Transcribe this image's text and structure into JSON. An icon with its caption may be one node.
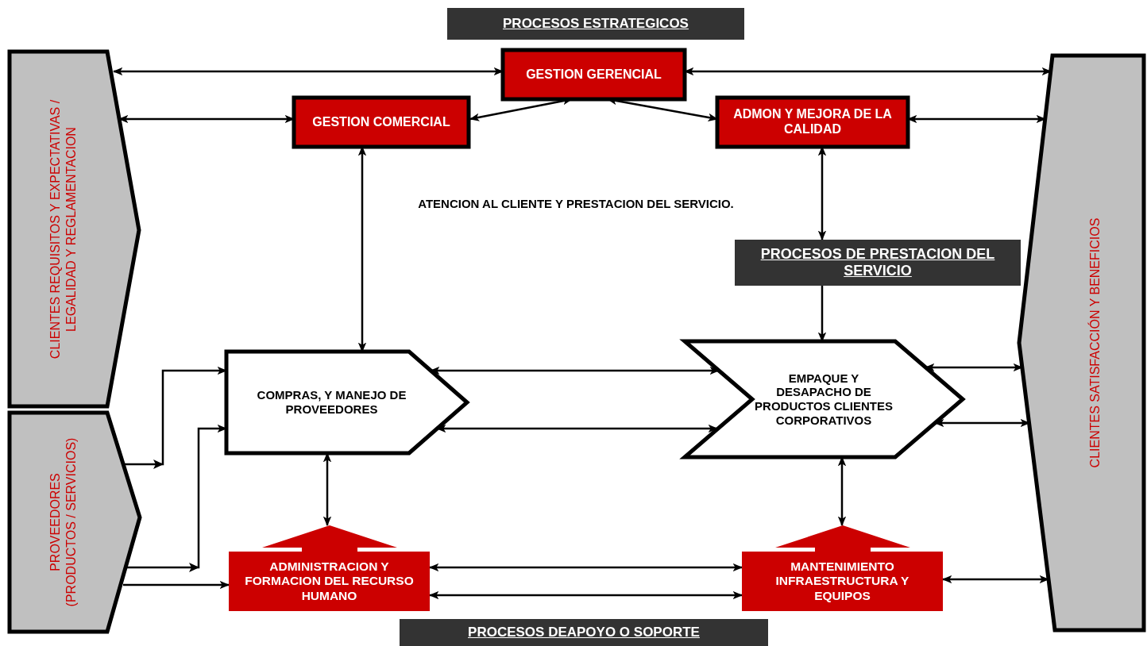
{
  "diagram": {
    "nodes": [
      {
        "text": [
          "PROCESOS ESTRATEGICOS"
        ]
      },
      {
        "text": [
          "CLIENTES REQUISITOS Y EXPECTATIVAS / LEGALIDAD Y REGLAMENTACION"
        ]
      },
      {
        "text": [
          "GESTION GERENCIAL"
        ]
      },
      {
        "text": [
          "GESTION COMERCIAL"
        ]
      },
      {
        "text": [
          "ADMON Y MEJORA DE LA CALIDAD"
        ]
      },
      {
        "text": [
          "CLIENTES SATISFACCIÓN Y BENEFICIOS"
        ]
      },
      {
        "text": [
          "PROCESOS DE PRESTACION DEL SERVICIO"
        ]
      },
      {
        "text": [
          "PROVEEDORES (PRODUCTOS / SERVICIOS)"
        ]
      },
      {
        "text": [
          "COMPRAS, Y MANEJO DE PROVEEDORES"
        ]
      },
      {
        "text": [
          "EMPAQUE Y DESAPACHO DE PRODUCTOS CLIENTES CORPORATIVOS"
        ]
      },
      {
        "text": [
          "ADMINISTRACION Y FORMACION DEL RECURSO HUMANO"
        ]
      },
      {
        "text": [
          "MANTENIMIENTO INFRAESTRUCTURA Y EQUIPOS"
        ]
      },
      {
        "text": [
          "PROCESOS DEAPOYO O SOPORTE"
        ]
      }
    ],
    "edges": [
      {
        "from": 1,
        "to": 2,
        "arrow": "both"
      },
      {
        "from": 2,
        "to": 5,
        "arrow": "both"
      },
      {
        "from": 1,
        "to": 3,
        "arrow": "both"
      },
      {
        "from": 3,
        "to": 2,
        "arrow": "both"
      },
      {
        "from": 2,
        "to": 4,
        "arrow": "both"
      },
      {
        "from": 4,
        "to": 5,
        "arrow": "both"
      },
      {
        "from": 3,
        "to": 8,
        "arrow": "both"
      },
      {
        "from": 4,
        "to": 6,
        "arrow": "both"
      },
      {
        "from": 6,
        "to": 9,
        "arrow": "to"
      },
      {
        "from": 8,
        "to": 9,
        "arrow": "both"
      },
      {
        "from": 8,
        "to": 9,
        "arrow": "both"
      },
      {
        "from": 9,
        "to": 5,
        "arrow": "both"
      },
      {
        "from": 9,
        "to": 5,
        "arrow": "both"
      },
      {
        "from": 8,
        "to": 10,
        "arrow": "both"
      },
      {
        "from": 9,
        "to": 11,
        "arrow": "both"
      },
      {
        "from": 10,
        "to": 11,
        "arrow": "both"
      },
      {
        "from": 10,
        "to": 11,
        "arrow": "both"
      },
      {
        "from": 11,
        "to": 5,
        "arrow": "both"
      },
      {
        "from": 7,
        "to": 8,
        "arrow": "to"
      },
      {
        "from": 7,
        "to": 8,
        "arrow": "to"
      },
      {
        "from": 7,
        "to": 10,
        "arrow": "to"
      }
    ],
    "labels": [
      "ATENCION AL CLIENTE Y PRESTACION DEL SERVICIO."
    ]
  }
}
